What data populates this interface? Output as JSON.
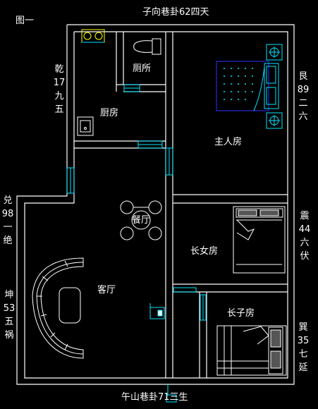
{
  "figure_label": "图一",
  "top_label": "子向巷卦62四天",
  "bottom_label": "午山巷卦71三生",
  "rooms": {
    "toilet": "厕所",
    "kitchen": "厨房",
    "master_bedroom": "主人房",
    "dining": "餐厅",
    "living": "客厅",
    "eldest_daughter": "长女房",
    "eldest_son": "长子房"
  },
  "side_labels": {
    "qian": [
      "乾",
      "17",
      "九",
      "五"
    ],
    "gen": [
      "艮",
      "89",
      "二",
      "六"
    ],
    "dui": [
      "兑",
      "98",
      "一",
      "绝"
    ],
    "kun": [
      "坤",
      "53",
      "五",
      "祸"
    ],
    "zhen": [
      "震",
      "44",
      "六",
      "伏"
    ],
    "xun": [
      "巽",
      "35",
      "七",
      "延"
    ]
  },
  "colors": {
    "wall": "#ffffff",
    "fixture": "#00e5ff",
    "bed": "#ffffff",
    "master_bed": "#3030ff",
    "stove": "#ffff00"
  }
}
